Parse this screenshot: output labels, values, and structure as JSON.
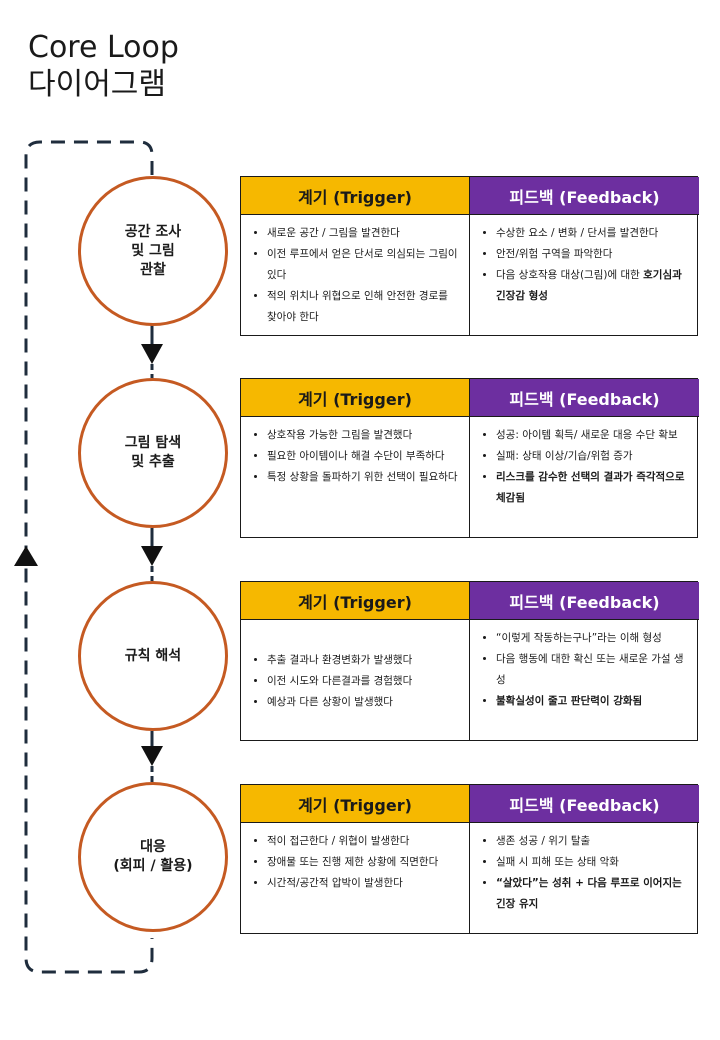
{
  "title": {
    "line1": "Core Loop",
    "line2": "다이어그램"
  },
  "headers": {
    "trigger": "계기 (Trigger)",
    "feedback": "피드백 (Feedback)"
  },
  "colors": {
    "circle_border": "#c55a22",
    "trigger_header": "#f6b800",
    "feedback_header": "#6d2fa0",
    "loop_line": "#1f2d3d"
  },
  "stages": [
    {
      "label": "공간 조사\n및 그림\n관찰",
      "trigger": [
        {
          "text": "새로운 공간 / 그림을 발견한다"
        },
        {
          "text": "이전 루프에서 얻은 단서로 의심되는 그림이 있다"
        },
        {
          "text": "적의 위치나 위협으로 인해 안전한 경로를 찾아야 한다"
        }
      ],
      "feedback": [
        {
          "text": "수상한 요소 / 변화 / 단서를 발견한다"
        },
        {
          "text": "안전/위험 구역을 파악한다"
        },
        {
          "text": "다음 상호작용 대상(그림)에 대한",
          "bold_tail": "호기심과 긴장감 형성"
        }
      ]
    },
    {
      "label": "그림 탐색\n및 추출",
      "trigger": [
        {
          "text": "상호작용 가능한 그림을 발견했다"
        },
        {
          "text": "필요한 아이템이나 해결 수단이 부족하다"
        },
        {
          "text": "특정 상황을 돌파하기 위한 선택이 필요하다"
        }
      ],
      "feedback": [
        {
          "text": "성공: 아이템 획득/ 새로운 대응 수단 확보"
        },
        {
          "text": "실패: 상태 이상/기습/위험 증가"
        },
        {
          "text": "리스크를 감수한 선택의 결과가 즉각적으로 체감됨",
          "bold": true
        }
      ]
    },
    {
      "label": "규칙 해석",
      "trigger": [
        {
          "text": "추출 결과나 환경변화가 발생했다"
        },
        {
          "text": "이전 시도와 다른결과를 경험했다"
        },
        {
          "text": "예상과 다른 상황이 발생했다"
        }
      ],
      "feedback": [
        {
          "text": "“이렇게 작동하는구나”라는 이해 형성"
        },
        {
          "text": "다음 행동에 대한 확신 또는 새로운 가설 생성"
        },
        {
          "text": "불확실성이 줄고 판단력이 강화됨",
          "bold": true
        }
      ]
    },
    {
      "label": "대응\n(회피 / 활용)",
      "trigger": [
        {
          "text": "적이 접근한다 / 위협이 발생한다"
        },
        {
          "text": "장애물 또는 진행 제한 상황에 직면한다"
        },
        {
          "text": "시간적/공간적 압박이 발생한다"
        }
      ],
      "feedback": [
        {
          "text": "생존 성공 / 위기 탈출"
        },
        {
          "text": "실패 시 피해 또는 상태 악화"
        },
        {
          "text": "“살았다”는 성취 + 다음 루프로 이어지는 긴장 유지",
          "bold": true
        }
      ]
    }
  ]
}
